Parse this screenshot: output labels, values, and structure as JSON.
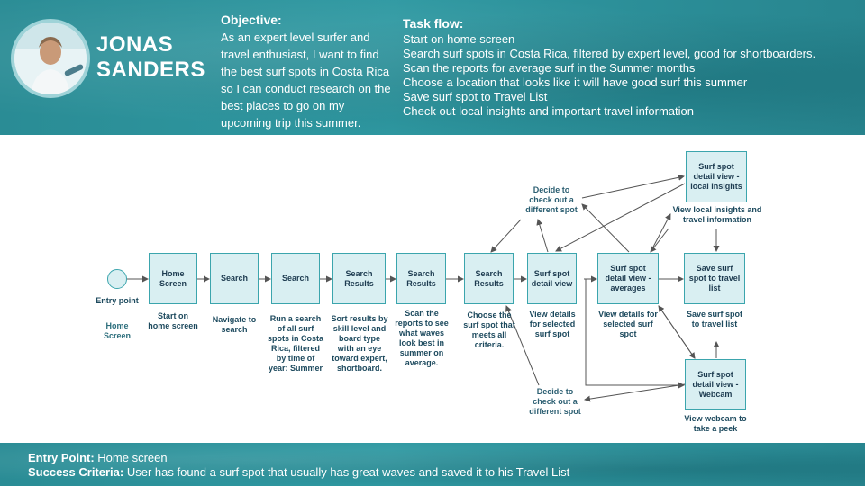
{
  "header": {
    "persona_first": "JONAS",
    "persona_last": "SANDERS",
    "objective_heading": "Objective:",
    "objective_text": "As an expert level surfer and travel enthusiast, I want to find the best surf spots in Costa Rica so I can conduct research on the best places to go on my upcoming trip this summer.",
    "task_flow_heading": "Task flow:",
    "task_flow": [
      "Start on home screen",
      "Search surf spots in Costa Rica, filtered by expert level, good for shortboarders.",
      "Scan the reports for average surf in the Summer months",
      "Choose a location that looks like it will have good surf this summer",
      "Save surf spot to Travel List",
      "Check out local insights and important travel information"
    ]
  },
  "flow": {
    "entry_label": "Entry point",
    "entry_caption": "Home Screen",
    "boxes": [
      {
        "title": "Home Screen",
        "caption": "Start on home screen"
      },
      {
        "title": "Search",
        "caption": "Navigate to search"
      },
      {
        "title": "Search",
        "caption": "Run a search of all surf spots in Costa Rica, filtered by time of year: Summer"
      },
      {
        "title": "Search Results",
        "caption": "Sort results by skill level and board type with an eye toward expert, shortboard."
      },
      {
        "title": "Search Results",
        "caption": "Scan the reports to see what waves look best in summer on average."
      },
      {
        "title": "Search Results",
        "caption": "Choose the surf spot that meets all criteria."
      },
      {
        "title": "Surf spot detail view",
        "caption": "View details for selected surf spot"
      },
      {
        "title": "Surf spot detail view - averages",
        "caption": "View details for selected surf spot"
      },
      {
        "title": "Save surf spot to travel list",
        "caption": "Save surf spot to travel list"
      },
      {
        "title": "Surf spot detail view - local insights",
        "caption": "View local insights and travel information"
      },
      {
        "title": "Surf spot detail view - Webcam",
        "caption": "View webcam to take a peek"
      }
    ],
    "decide_top": "Decide to check out a different spot",
    "decide_bottom": "Decide to check out a different spot"
  },
  "footer": {
    "entry_point_label": "Entry Point:",
    "entry_point_value": "Home screen",
    "success_label": "Success Criteria:",
    "success_value": "User has found a surf spot that usually has great waves and saved it to his Travel List"
  },
  "colors": {
    "band": "#2c8f98",
    "box_fill": "#d9eff2",
    "box_border": "#3ba5ad",
    "arrow": "#555555",
    "text_dark": "#1d3b50"
  }
}
